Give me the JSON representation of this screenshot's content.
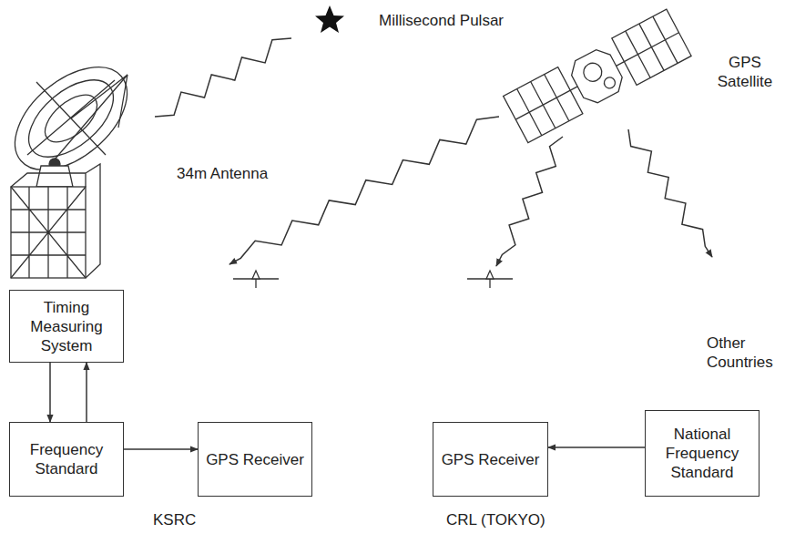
{
  "diagram": {
    "nodes": [
      {
        "text": [
          "Timing Measuring System"
        ]
      },
      {
        "text": [
          "Frequency Standard"
        ]
      },
      {
        "text": [
          "GPS Receiver"
        ]
      },
      {
        "text": [
          "GPS Receiver"
        ]
      },
      {
        "text": [
          "National Frequency Standard"
        ]
      }
    ],
    "edges": [
      {
        "from": 0,
        "to": 1,
        "arrow": "to"
      },
      {
        "from": 1,
        "to": 0,
        "arrow": "to"
      },
      {
        "from": 1,
        "to": 2,
        "arrow": "to"
      },
      {
        "from": 4,
        "to": 3,
        "arrow": "to"
      }
    ],
    "labels": [
      "Millisecond Pulsar",
      "34m Antenna",
      "GPS Satellite",
      "Other Countries",
      "KSRC",
      "CRL (TOKYO)"
    ]
  }
}
